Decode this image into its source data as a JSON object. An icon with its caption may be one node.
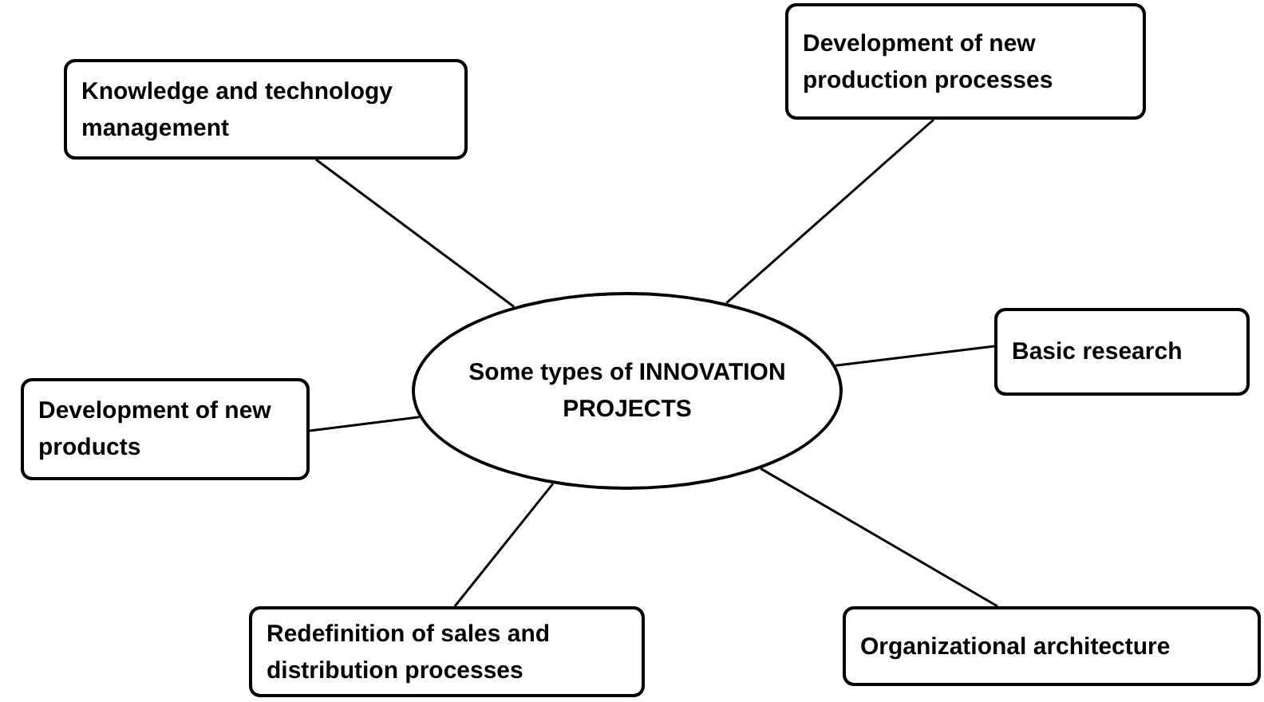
{
  "diagram": {
    "nodes": [
      {
        "text": [
          "Some types of INNOVATION PROJECTS"
        ]
      },
      {
        "text": [
          "Development of new production processes"
        ]
      },
      {
        "text": [
          "Knowledge and technology management"
        ]
      },
      {
        "text": [
          "Basic research"
        ]
      },
      {
        "text": [
          "Development of new products"
        ]
      },
      {
        "text": [
          "Redefinition of sales and distribution processes"
        ]
      },
      {
        "text": [
          "Organizational architecture"
        ]
      }
    ],
    "edges": [
      {
        "from": 0,
        "to": 1,
        "arrow": "none"
      },
      {
        "from": 0,
        "to": 2,
        "arrow": "none"
      },
      {
        "from": 0,
        "to": 3,
        "arrow": "none"
      },
      {
        "from": 0,
        "to": 4,
        "arrow": "none"
      },
      {
        "from": 0,
        "to": 5,
        "arrow": "none"
      },
      {
        "from": 0,
        "to": 6,
        "arrow": "none"
      }
    ]
  }
}
